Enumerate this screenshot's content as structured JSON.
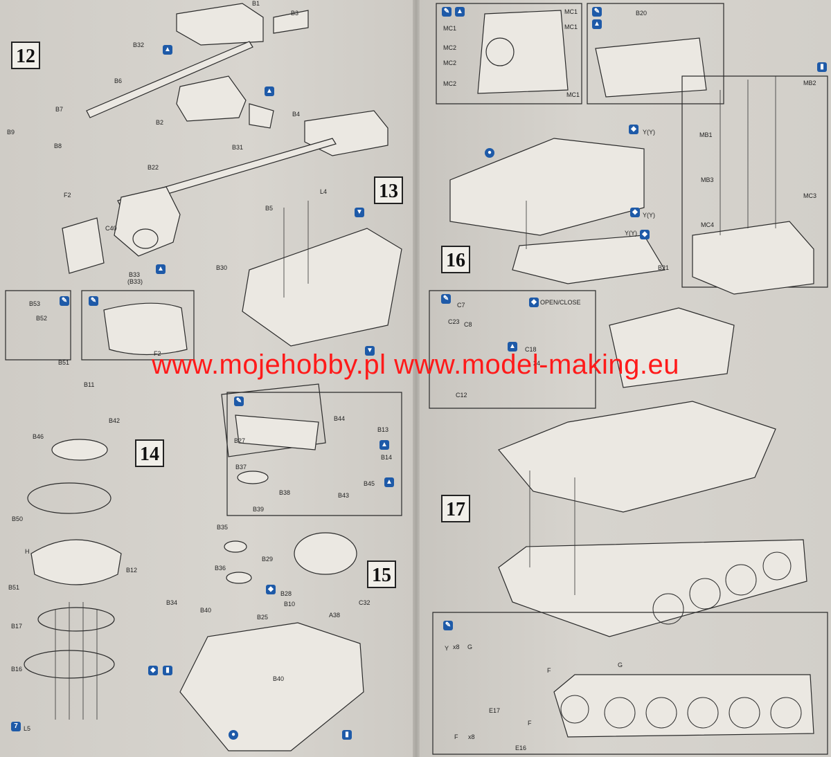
{
  "steps": {
    "s12": "12",
    "s13": "13",
    "s14": "14",
    "s15": "15",
    "s16": "16",
    "s17": "17"
  },
  "watermark": "www.mojehobby.pl www.model-making.eu",
  "parts": {
    "p12": [
      "B1",
      "B3",
      "B32",
      "B6",
      "B7",
      "B9",
      "B8",
      "B2",
      "B4",
      "B31",
      "B22",
      "F2",
      "C40",
      "B33",
      "(B33)"
    ],
    "p12_detail_a": [
      "B53",
      "B52",
      "B51"
    ],
    "p12_detail_b": [
      "F2"
    ],
    "p13": [
      "L4",
      "B5",
      "B30"
    ],
    "p13_detail": [
      "B44",
      "B13",
      "B14",
      "B45",
      "B43",
      "B27",
      "B37",
      "B38",
      "B39"
    ],
    "p14": [
      "B11",
      "B42",
      "B46",
      "B50",
      "H",
      "B12",
      "B51",
      "B17",
      "B16",
      "L5"
    ],
    "p15": [
      "B35",
      "B36",
      "B29",
      "B28",
      "B10",
      "A38",
      "C32",
      "B25",
      "B34",
      "B40",
      "B40"
    ],
    "p16_top": [
      "MC1",
      "MC1",
      "MC1",
      "MC2",
      "MC2",
      "MC2",
      "MC1",
      "B20"
    ],
    "p16_right": [
      "MB2",
      "MB1",
      "MB3",
      "MC3",
      "MC4"
    ],
    "p16": [
      "Y(Y)",
      "Y(Y)",
      "Y(Y)",
      "B21"
    ],
    "p16_detail": [
      "C7",
      "C23",
      "C8",
      "C18",
      "C12",
      "24"
    ],
    "p16_note": "OPEN/CLOSE",
    "p17_tracks": [
      "Y",
      "x8",
      "G",
      "E17",
      "F",
      "x8",
      "E16",
      "F",
      "G",
      "F"
    ]
  },
  "icons": {
    "glue": "glue-icon",
    "paint": "paint-brush-icon",
    "photo_etch": "photo-etch-icon"
  },
  "colors": {
    "watermark": "#ff1a1a",
    "icon": "#1e5aa8",
    "paper": "#d6d3cd"
  }
}
